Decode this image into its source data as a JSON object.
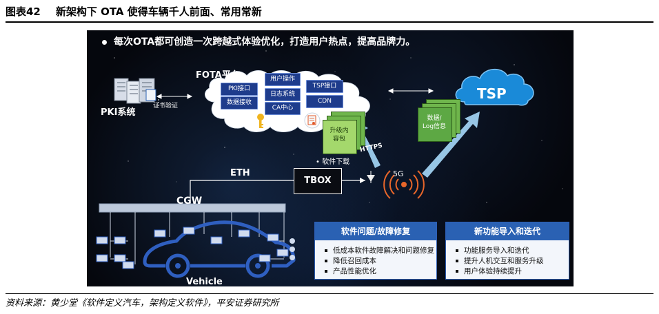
{
  "figure": {
    "number": "图表42",
    "title": "新架构下 OTA 使得车辆千人前面、常用常新",
    "source": "资料来源：黄少堂《软件定义汽车，架构定义软件》，平安证券研究所"
  },
  "diagram": {
    "headline": "每次OTA都可创造一次跨越式体验优化，打造用户热点，提高品牌力。",
    "fota_label": "FOTA平台",
    "fota_modules": {
      "user_ops": "用户操作",
      "pki_if": "PKI接口",
      "log_sys": "日志系统",
      "tsp_if": "TSP接口",
      "data_recv": "数据接收",
      "cdn": "CDN",
      "ca_center": "CA中心"
    },
    "pki_label": "PKI系统",
    "cert_label": "证书验证",
    "package_label": "升级内容包",
    "package_line1": "升级内",
    "package_line2": "容包",
    "http_label": "HTTPS",
    "download_label": "软件下载",
    "data_line1": "数据/",
    "data_line2": "Log信息",
    "tsp_label": "TSP",
    "fiveg_label": "5G",
    "eth_label": "ETH",
    "tbox_label": "TBOX",
    "cgw_label": "CGW",
    "vehicle_label": "Vehicle",
    "box_fix": {
      "title": "软件问题/故障修复",
      "items": [
        "低成本软件故障解决和问题修复",
        "降低召回成本",
        "产品性能优化"
      ]
    },
    "box_new": {
      "title": "新功能导入和迭代",
      "items": [
        "功能服务导入和迭代",
        "提升人机交互和服务升级",
        "用户体验持续提升"
      ]
    },
    "colors": {
      "panel_bg": "#05070d",
      "module_blue": "#1e3c8c",
      "arrow_blue": "#9fd0f0",
      "tsp_cloud": "#1a8ad8",
      "package_green": "#a4d86c",
      "header_blue": "#2a61b3",
      "signal_orange": "#e8662a"
    }
  }
}
